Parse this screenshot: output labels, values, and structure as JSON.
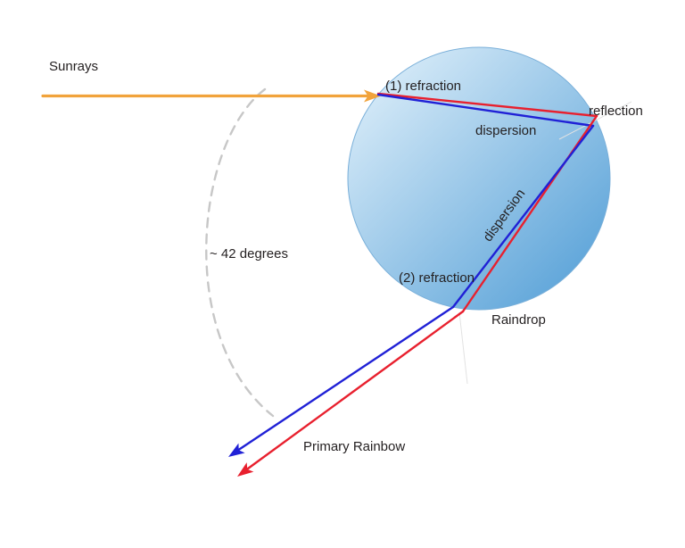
{
  "diagram": {
    "labels": {
      "sunrays": "Sunrays",
      "refraction1": "(1) refraction",
      "dispersion_top": "dispersion",
      "reflection": "reflection",
      "dispersion_internal": "dispersion",
      "refraction2": "(2) refraction",
      "raindrop": "Raindrop",
      "angle": "~ 42 degrees",
      "primary_rainbow": "Primary Rainbow"
    },
    "colors": {
      "sunray": "#F1A33B",
      "red_ray": "#E8202E",
      "blue_ray": "#2021D6",
      "arc": "#C7C7C7",
      "drop_light": "#E7F4FC",
      "drop_dark": "#4D9BD5",
      "drop_edge": "#79AFD9"
    }
  }
}
